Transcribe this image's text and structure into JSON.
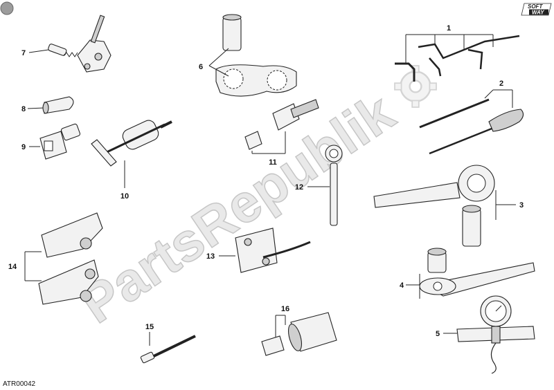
{
  "diagram": {
    "reference_code": "ATR00042",
    "watermark": "PartsRepublik",
    "brand": {
      "top": "SOFT",
      "bottom": "WAY"
    },
    "callouts": [
      "1",
      "2",
      "3",
      "4",
      "5",
      "6",
      "7",
      "8",
      "9",
      "10",
      "11",
      "12",
      "13",
      "14",
      "15",
      "16"
    ]
  }
}
